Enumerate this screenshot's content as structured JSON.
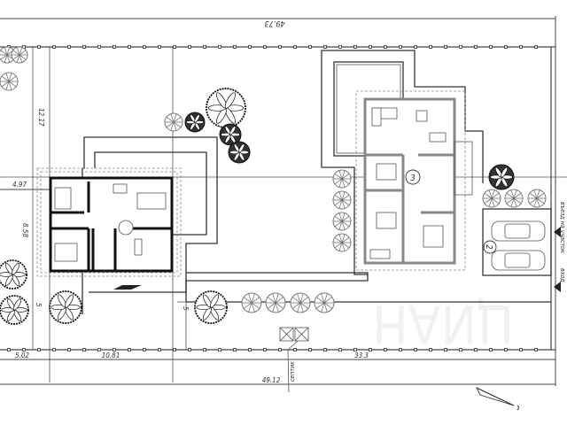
{
  "drawing": {
    "dimensions": {
      "top_total": "49.73",
      "left_upper": "12.17",
      "left_offset": "4.97",
      "left_house_depth": "8.58",
      "setback_left": "5",
      "setback_mid": "5",
      "bottom_seg_1": "5.02",
      "bottom_seg_2": "10.81",
      "bottom_seg_3": "33.3",
      "bottom_total": "49.12"
    },
    "labels": {
      "entrance_driveway": "въезд на участок",
      "entrance_gate": "вход",
      "septic": "септик",
      "building_main": "3",
      "parking": "2"
    },
    "watermark": "ЦИАН",
    "colors": {
      "line": "#333333",
      "background": "#ffffff",
      "wall": "#111111"
    }
  }
}
